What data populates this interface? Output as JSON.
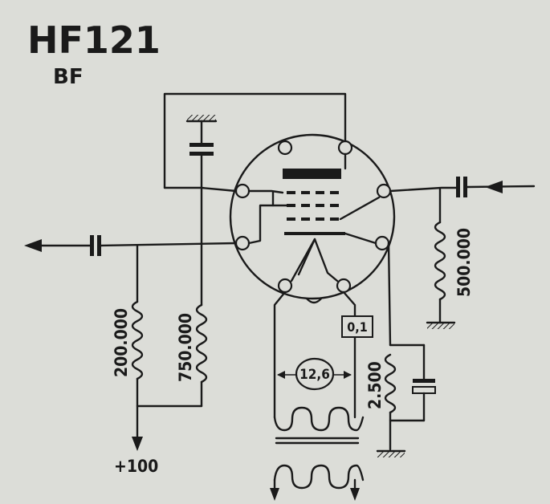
{
  "title": "HF121",
  "subtitle": "BF",
  "resistors": {
    "r_grid": "200.000",
    "r_plate": "750.000",
    "r_input": "500.000",
    "r_cathode": "2.500"
  },
  "supply": "+100",
  "heater_voltage": "12,6",
  "heater_current": "0,1"
}
